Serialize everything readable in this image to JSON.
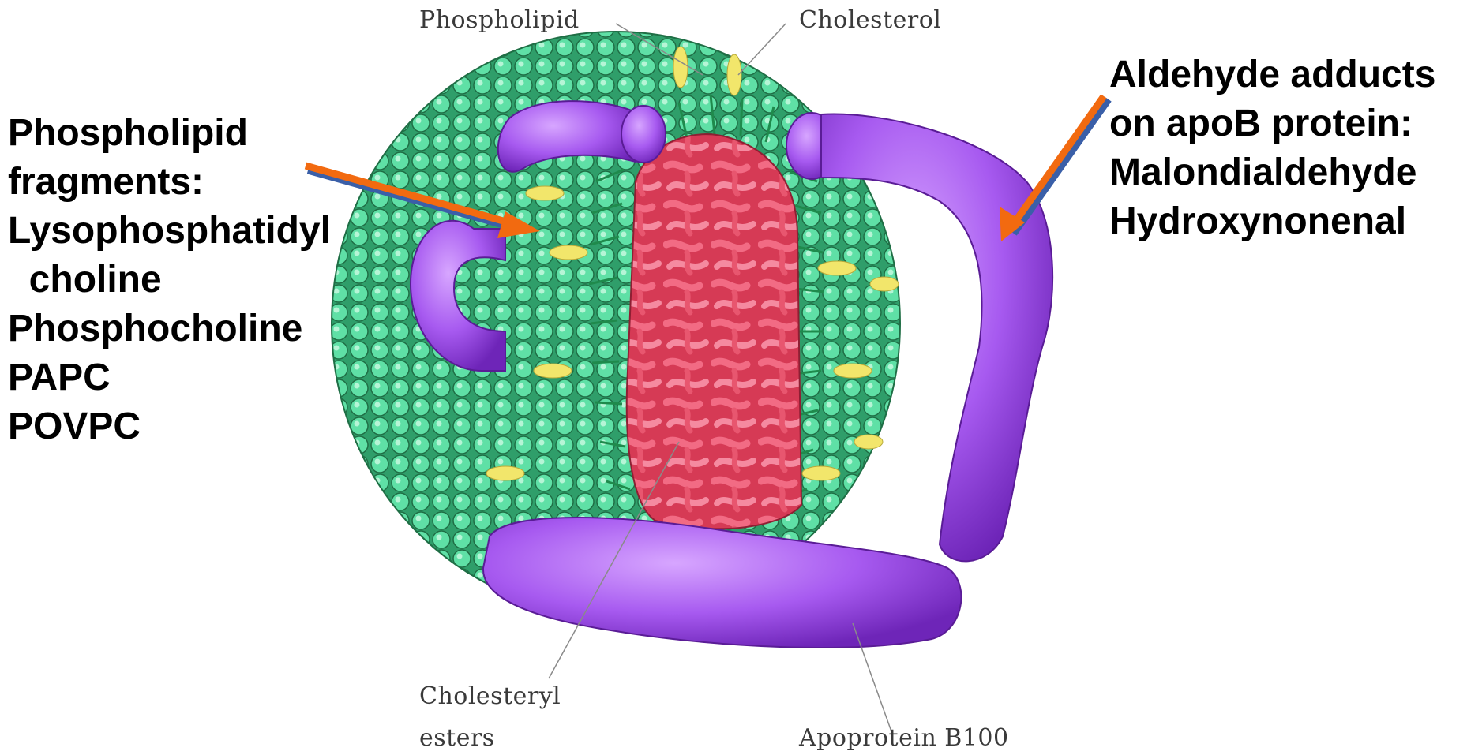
{
  "diagram": {
    "labels": {
      "phospholipid": "Phospholipid",
      "cholesterol": "Cholesterol",
      "cholesteryl_line1": "Cholesteryl",
      "cholesteryl_line2": "esters",
      "apoprotein": "Apoprotein B100"
    }
  },
  "left_annotation": {
    "lines": [
      "Phospholipid",
      "fragments:",
      "Lysophosphatidyl",
      "  choline",
      "Phosphocholine",
      "PAPC",
      "POVPC"
    ]
  },
  "right_annotation": {
    "lines": [
      "Aldehyde adducts",
      "on apoB protein:",
      "Malondialdehyde",
      "Hydroxynonenal"
    ]
  },
  "colors": {
    "membrane_green": "#4fd39a",
    "cholesterol_yellow": "#f2e66b",
    "core_red": "#e2465e",
    "apob_purple": "#9b44e8",
    "arrow_orange": "#f26a10",
    "arrow_shadow_blue": "#3a5fa8"
  }
}
